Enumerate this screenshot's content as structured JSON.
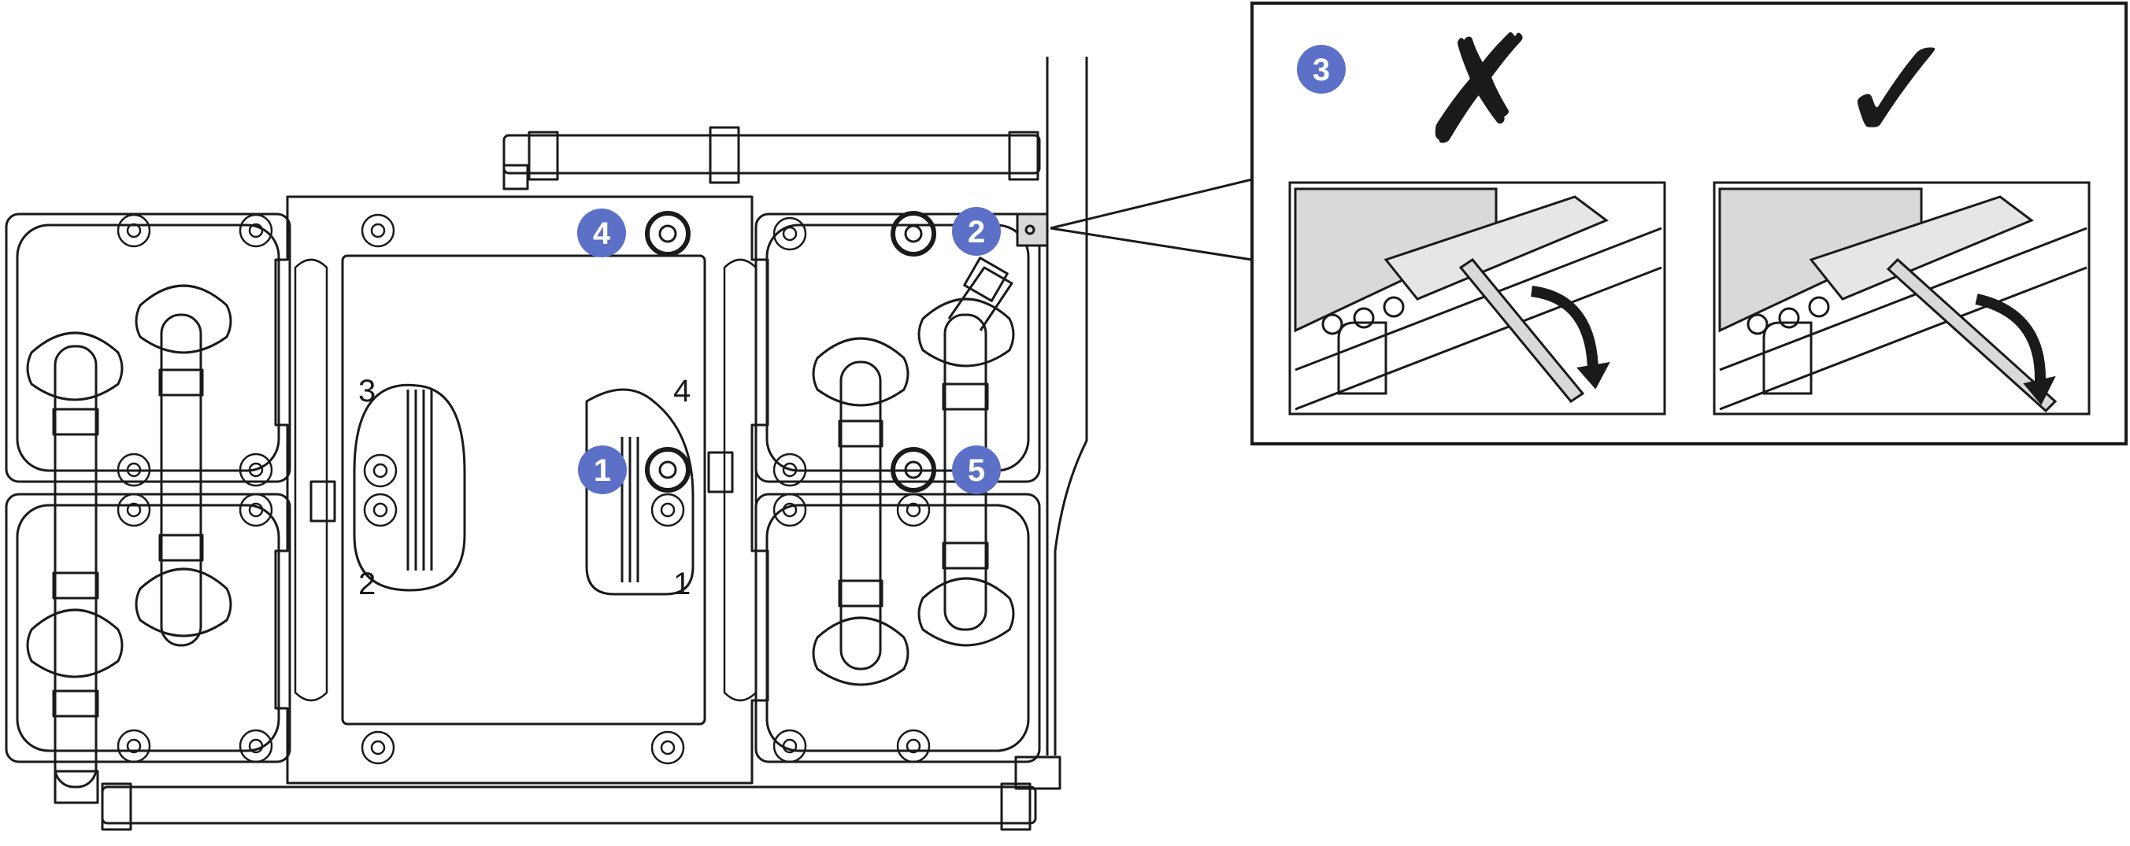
{
  "callouts": {
    "c1": "1",
    "c2": "2",
    "c3": "3",
    "c4": "4",
    "c5": "5"
  },
  "socket_labels": {
    "l1": "1",
    "l2": "2",
    "l3": "3",
    "l4": "4"
  },
  "inset": {
    "wrong_mark": "✗",
    "correct_mark": "✓"
  },
  "colors": {
    "callout_fill": "#5b70c6",
    "callout_text": "#ffffff",
    "line": "#1a1a1a",
    "tube_shade": "#d9d9d9",
    "screw_dark": "#1a1a1a"
  }
}
